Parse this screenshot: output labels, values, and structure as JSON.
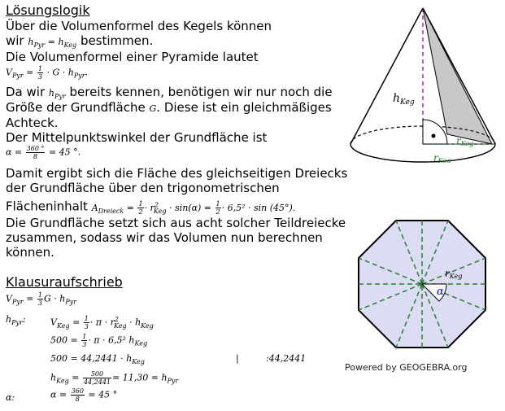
{
  "solution": {
    "heading": "Lösungslogik",
    "l1": "Über die Volumenformel des Kegels können",
    "l2a": "wir",
    "l2b": "bestimmen.",
    "l3": "Die Volumenformel einer Pyramide lautet",
    "l5a": "Da wir",
    "l5b": "bereits kennen, benötigen wir nur noch die",
    "l6": "Größe der Grundfläche",
    "l6b": ". Diese ist ein gleichmäßiges",
    "l7": "Achteck.",
    "l8": "Der Mittelpunktswinkel  der Grundfläche ist",
    "l10": "Damit ergibt sich die Fläche des gleichseitigen Dreiecks",
    "l11": "der Grundfläche über den trigonometrischen",
    "l12": "Flächeninhalt",
    "l13": "Die Grundfläche setzt sich aus acht solcher Teildreiecke",
    "l14": "zusammen, sodass wir das Volumen nun berechnen",
    "l15": "können."
  },
  "writeup": {
    "heading": "Klausuraufschrieb",
    "hpyr_label": "h_Pyr:",
    "alpha_label": "α:",
    "divider": "|",
    "divide_note": ":44,2441"
  },
  "math": {
    "h_pyr": "h",
    "sub_pyr": "Pyr",
    "sub_keg": "Keg",
    "sub_dreieck": "Dreieck",
    "G": "G",
    "eq_vpyr": "V",
    "line_alpha": "α = ",
    "alpha_val": " = 45 °.",
    "alpha_val2": " = 45 °",
    "frac_1": "1",
    "frac_3": "3",
    "frac_2": "2",
    "frac_360": "360 °",
    "frac_360b": "360",
    "frac_8": "8",
    "frac_500": "500",
    "frac_44": "44,2441",
    "area_tail": "· sin(α) =",
    "area_tail2": "· 6,5² · sin (45°).",
    "keg_formula": "· π · r",
    "l500a": "500 =",
    "l500a_tail": "· π · 6,5² h",
    "l500b": "500 = 44,2441 · h",
    "result": "= 11,30 = h"
  },
  "figure": {
    "cone_h_label": "h",
    "cone_h_sub": "Keg",
    "cone_r_label": "r",
    "cone_r_sub": "Keg",
    "oct_r_label": "r",
    "oct_r_sub": "Keg",
    "oct_alpha": "α",
    "credit": "Powered by GEOGEBRA.org"
  }
}
